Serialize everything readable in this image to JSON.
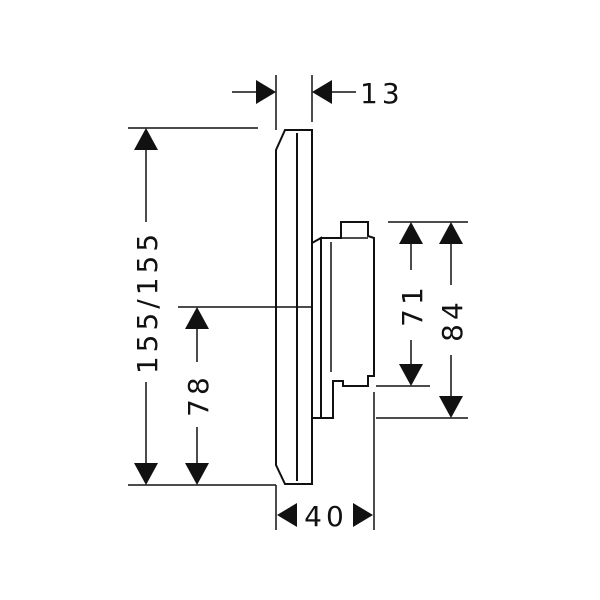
{
  "dimensions": {
    "top_width": "13",
    "overall_height": "155/155",
    "lower_height": "78",
    "inner_height": "71",
    "outer_height": "84",
    "bottom_width": "40"
  },
  "colors": {
    "line": "#111111",
    "background": "#ffffff"
  }
}
